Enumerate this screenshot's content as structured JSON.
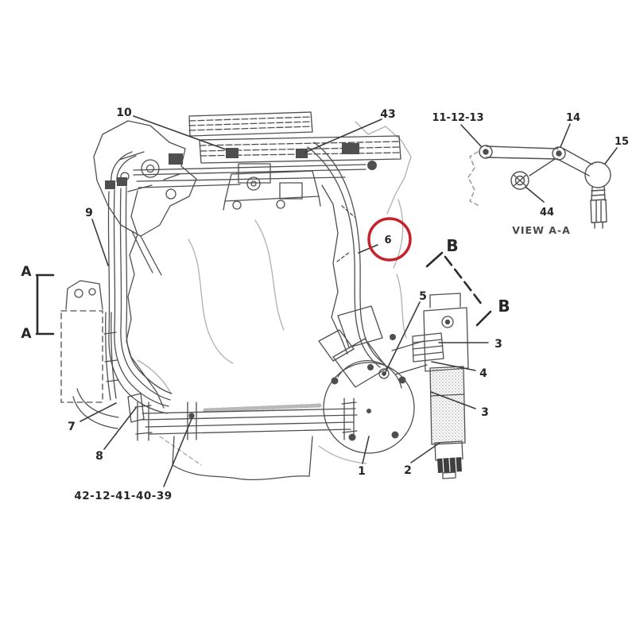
{
  "colors": {
    "line": "#4f4f4f",
    "leader": "#3c3c3c",
    "label_text": "#262626",
    "highlight": "#c4232a",
    "background": "#ffffff"
  },
  "main_view": {
    "callouts": {
      "c10": "10",
      "c43": "43",
      "c9": "9",
      "c6": "6",
      "c5": "5",
      "c3_upper": "3",
      "c4": "4",
      "c3_lower": "3",
      "c1": "1",
      "c2": "2",
      "c7": "7",
      "c8": "8",
      "c42_group": "42-12-41-40-39"
    },
    "section_markers": {
      "a_top": "A",
      "a_bottom": "A",
      "b_left": "B",
      "b_right": "B"
    },
    "highlight": {
      "circled_part": "6"
    }
  },
  "detail_view": {
    "caption": "VIEW A-A",
    "callouts": {
      "c11_12_13": "11-12-13",
      "c14": "14",
      "c15": "15",
      "c44": "44"
    }
  }
}
